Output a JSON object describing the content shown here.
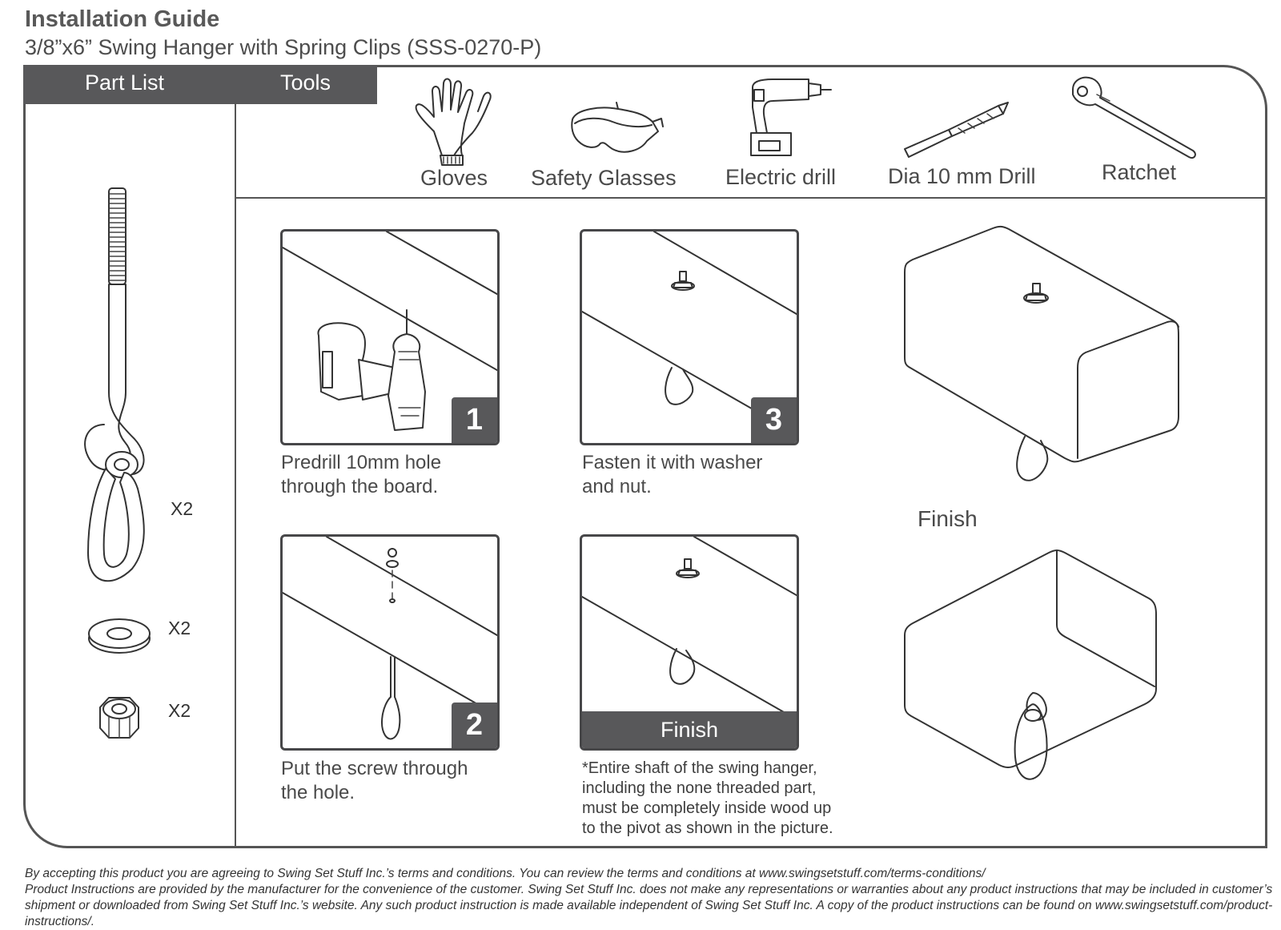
{
  "header": {
    "title": "Installation Guide",
    "subtitle": "3/8”x6” Swing Hanger with Spring Clips (SSS-0270-P)"
  },
  "tabs": {
    "part_list": "Part List",
    "tools": "Tools"
  },
  "tools": [
    {
      "label": "Gloves",
      "icon": "gloves-icon"
    },
    {
      "label": "Safety Glasses",
      "icon": "safety-glasses-icon"
    },
    {
      "label": "Electric drill",
      "icon": "electric-drill-icon"
    },
    {
      "label": "Dia 10 mm Drill",
      "icon": "drill-bit-icon"
    },
    {
      "label": "Ratchet",
      "icon": "ratchet-icon"
    }
  ],
  "parts": [
    {
      "qty": "X2",
      "icon": "swing-hanger-icon"
    },
    {
      "qty": "X2",
      "icon": "washer-icon"
    },
    {
      "qty": "X2",
      "icon": "lock-nut-icon"
    }
  ],
  "steps": [
    {
      "number": "1",
      "caption_line1": "Predrill 10mm hole",
      "caption_line2": "through the board."
    },
    {
      "number": "2",
      "caption_line1": "Put the screw through",
      "caption_line2": "the hole."
    },
    {
      "number": "3",
      "caption_line1": "Fasten it with washer",
      "caption_line2": "and nut."
    }
  ],
  "finish_panel": {
    "bar_label": "Finish",
    "note_lines": [
      "*Entire shaft of the swing hanger,",
      "including the none threaded part,",
      "must be completely inside wood up",
      "to the pivot as shown in the picture."
    ]
  },
  "finish_label": "Finish",
  "footer": {
    "line1": "By accepting this product you are agreeing to Swing Set Stuff Inc.’s terms and conditions. You can review the terms and conditions at www.swingsetstuff.com/terms-conditions/",
    "line2": "Product Instructions are provided by the manufacturer for the convenience of the customer. Swing Set Stuff Inc. does not make any representations or warranties about any product instructions that may be included in customer’s shipment or downloaded from Swing Set Stuff Inc.’s website. Any such product instruction is made available independent of Swing Set Stuff Inc.  A copy of the product instructions can be found on www.swingsetstuff.com/product-instructions/."
  },
  "colors": {
    "header_bar": "#58585a",
    "frame_stroke": "#555555",
    "badge": "#58585a"
  }
}
